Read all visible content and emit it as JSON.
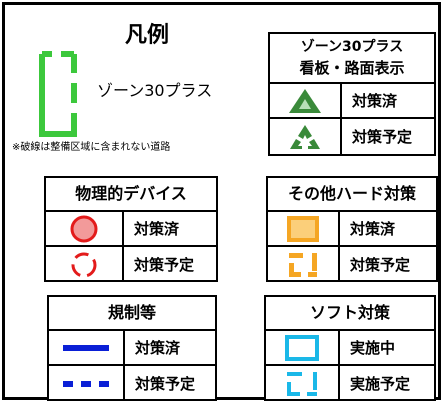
{
  "legend": {
    "title": "凡例",
    "zone": {
      "label": "ゾーン30プラス",
      "note": "※破線は整備区域に含まれない道路",
      "color": "#3cc83c"
    },
    "signboard": {
      "header_line1": "ゾーン30プラス",
      "header_line2": "看板・路面表示",
      "rows": [
        {
          "icon": "solid-triangle-icon",
          "label": "対策済"
        },
        {
          "icon": "dashed-triangle-icon",
          "label": "対策予定"
        }
      ],
      "color": "#3a8a3a"
    },
    "physical": {
      "header": "物理的デバイス",
      "rows": [
        {
          "icon": "solid-circle-icon",
          "label": "対策済"
        },
        {
          "icon": "dashed-circle-icon",
          "label": "対策予定"
        }
      ],
      "color": "#e31b1b"
    },
    "hard": {
      "header": "その他ハード対策",
      "rows": [
        {
          "icon": "solid-orange-square-icon",
          "label": "対策済"
        },
        {
          "icon": "dashed-orange-square-icon",
          "label": "対策予定"
        }
      ],
      "color": "#f5a623"
    },
    "regulation": {
      "header": "規制等",
      "rows": [
        {
          "icon": "solid-blue-line-icon",
          "label": "対策済"
        },
        {
          "icon": "dashed-blue-line-icon",
          "label": "対策予定"
        }
      ],
      "color": "#0a1fd6"
    },
    "soft": {
      "header": "ソフト対策",
      "rows": [
        {
          "icon": "solid-cyan-square-icon",
          "label": "実施中"
        },
        {
          "icon": "dashed-cyan-square-icon",
          "label": "実施予定"
        }
      ],
      "color": "#1ab8e8"
    }
  }
}
